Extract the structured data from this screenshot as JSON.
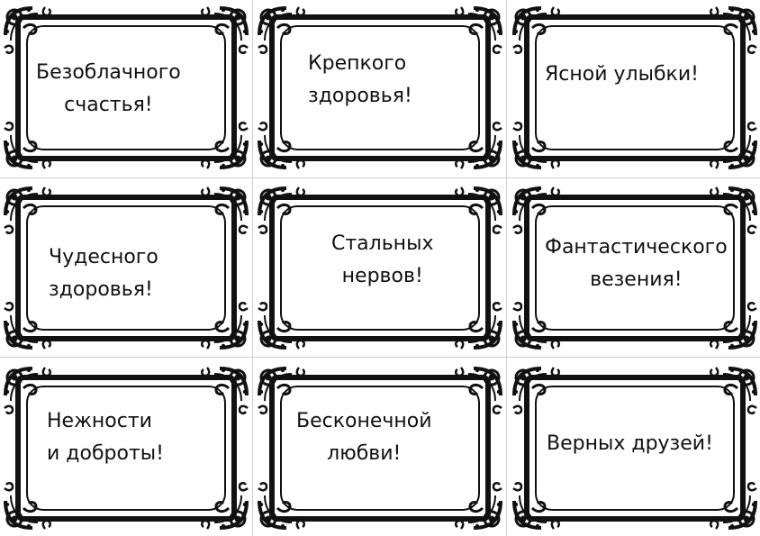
{
  "cards": [
    {
      "line1": "Безоблачного",
      "line2": "счастья!"
    },
    {
      "line1": "Крепкого",
      "line2": "здоровья!"
    },
    {
      "line1": "Ясной улыбки!",
      "line2": ""
    },
    {
      "line1": "Чудесного",
      "line2": "здоровья!"
    },
    {
      "line1": "Стальных",
      "line2": "нервов!"
    },
    {
      "line1": "Фантастического",
      "line2": "везения!"
    },
    {
      "line1": "Нежности",
      "line2": "и доброты!"
    },
    {
      "line1": "Бесконечной",
      "line2": "любви!"
    },
    {
      "line1": "Верных друзей!",
      "line2": ""
    }
  ],
  "colors": {
    "frame": "#111111",
    "cut_lines": "#cfcfcf",
    "background": "#ffffff"
  },
  "icons": {
    "corner": "ornamental-swirl-icon"
  }
}
